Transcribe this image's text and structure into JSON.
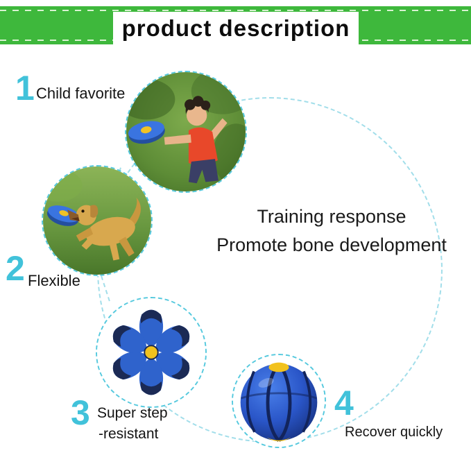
{
  "header": {
    "title": "product description"
  },
  "features": {
    "f1": {
      "number": "1",
      "label": "Child favorite"
    },
    "f2": {
      "number": "2",
      "label": "Flexible"
    },
    "f3": {
      "number": "3",
      "label_line1": "Super step",
      "label_line2": "-resistant"
    },
    "f4": {
      "number": "4",
      "label": "Recover quickly"
    }
  },
  "center_text": {
    "line1": "Training response",
    "line2": "Promote bone development"
  },
  "colors": {
    "header_green": "#3eb83c",
    "accent_cyan": "#41c2da",
    "dashed_circle_cyan": "#a2deea",
    "toy_blue": "#2f63cc",
    "toy_navy": "#1b2a55",
    "toy_yellow": "#f2c21d",
    "text_black": "#141414"
  },
  "icons": {
    "photo1": "child-throwing-saucer-photo",
    "photo2": "dog-catching-saucer-photo",
    "illus3": "flat-saucer-disc-illustration",
    "illus4": "saucer-ball-illustration"
  }
}
